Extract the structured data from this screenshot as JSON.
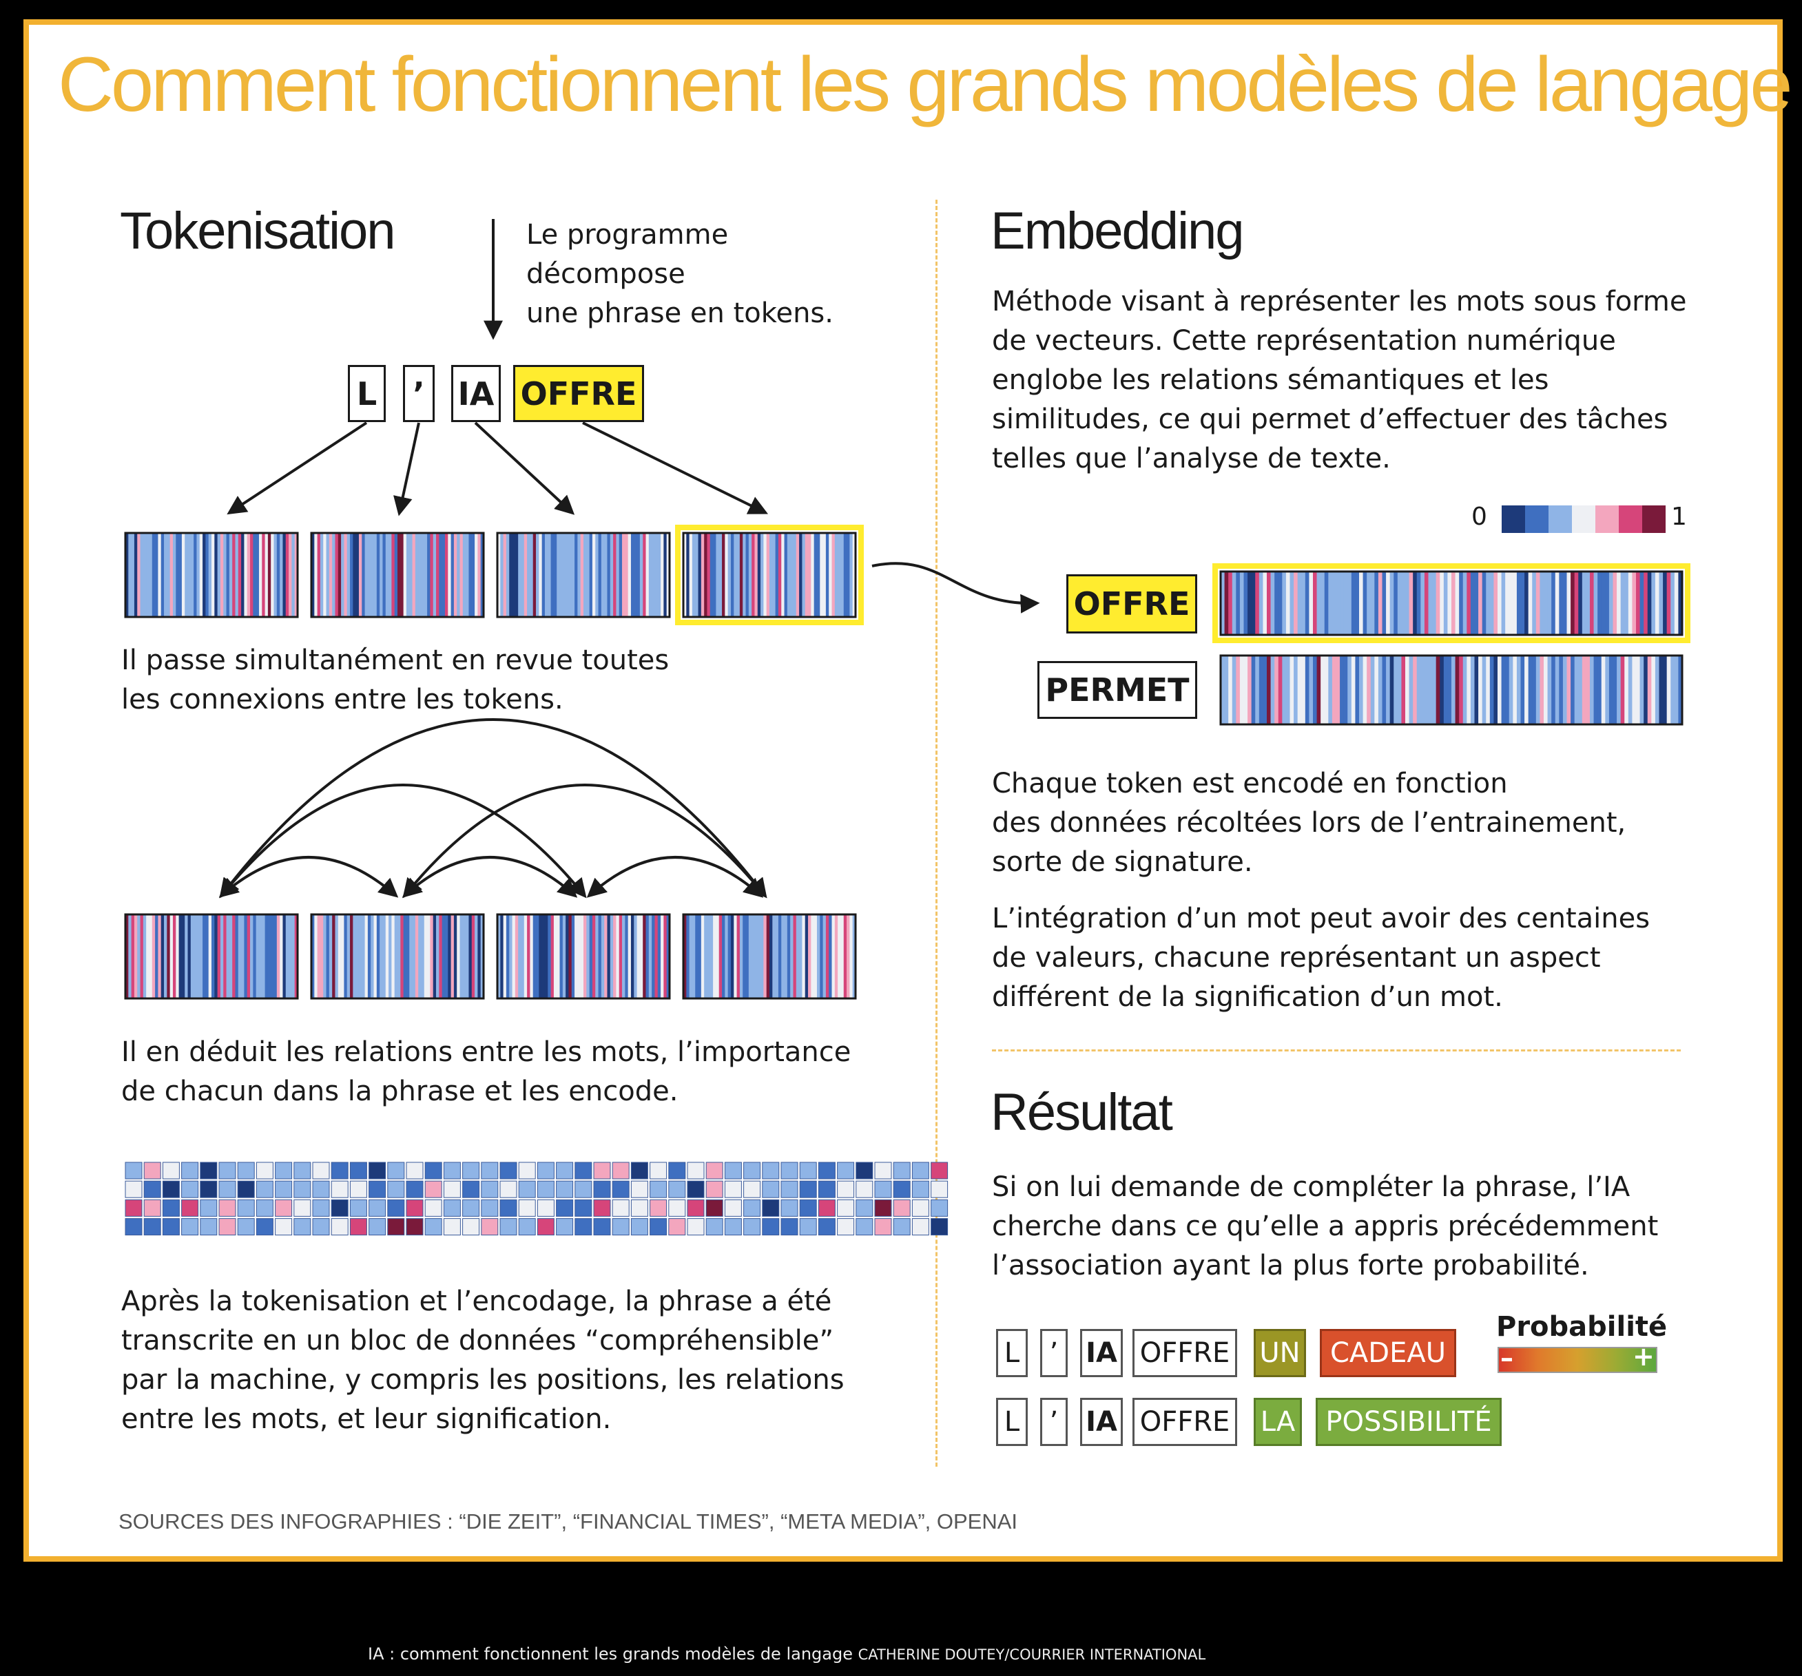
{
  "title": "Comment fonctionnent les grands modèles de langage",
  "tokenisation": {
    "heading": "Tokenisation",
    "arrow_note": "Le programme\ndécompose\nune phrase en tokens.",
    "tokens": [
      "L",
      "’",
      "IA",
      "OFFRE"
    ],
    "text_1": "Il passe simultanément en revue toutes\nles connexions entre les tokens.",
    "text_2": "Il en déduit les relations entre les mots, l’importance\nde chacun dans la phrase et les encode.",
    "text_3": "Après la tokenisation et l’encodage, la phrase a été\ntranscrite en un bloc de données “compréhensible”\npar la machine, y compris les positions, les relations\nentre les mots, et leur signification."
  },
  "embedding": {
    "heading": "Embedding",
    "description": "Méthode visant à représenter les mots sous forme\nde vecteurs. Cette représentation numérique\nenglobe les relations sémantiques et les\nsimilitudes, ce qui permet d’effectuer des tâches\ntelles que l’analyse de texte.",
    "scale_min": "0",
    "scale_max": "1",
    "scale_colors": [
      "#1d3a7a",
      "#3f6fc0",
      "#8fb4e6",
      "#eef0f4",
      "#f3a6be",
      "#d6457a",
      "#7a1a3a"
    ],
    "word_1": "OFFRE",
    "word_2": "PERMET",
    "text_1": "Chaque token est encodé en fonction\ndes données récoltées lors de l’entrainement,\nsorte de signature.",
    "text_2": "L’intégration d’un mot peut avoir des centaines\nde valeurs, chacune représentant un aspect\ndifférent de la signification d’un mot."
  },
  "resultat": {
    "heading": "Résultat",
    "description": "Si on lui demande de compléter la phrase, l’IA\ncherche dans ce qu’elle a appris précédemment\nl’association ayant la plus forte probabilité.",
    "row_1": [
      "L",
      "’",
      "IA",
      "OFFRE",
      "UN",
      "CADEAU"
    ],
    "row_2": [
      "L",
      "’",
      "IA",
      "OFFRE",
      "LA",
      "POSSIBILITÉ"
    ],
    "probability_label": "Probabilité",
    "probability_minus": "–",
    "probability_plus": "+",
    "colors": {
      "low": "#d9512c",
      "mid": "#9b9625",
      "high": "#7bac3f"
    }
  },
  "sources": "SOURCES DES INFOGRAPHIES : “DIE ZEIT”, “FINANCIAL TIMES”, “META MEDIA”, OPENAI",
  "caption": {
    "text": "IA : comment fonctionnent les grands modèles de langage",
    "credit": "CATHERINE DOUTEY/COURRIER INTERNATIONAL"
  },
  "accent_color": "#f2b02f",
  "highlight_color": "#ffec2f"
}
